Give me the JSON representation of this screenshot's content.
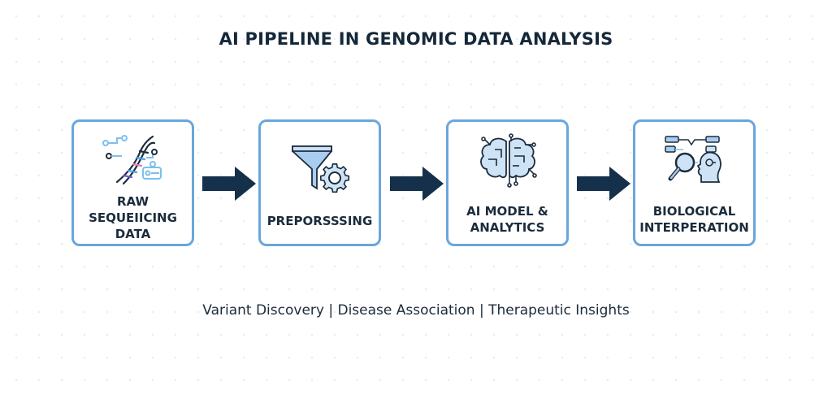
{
  "title": "AI PIPELINE IN GENOMIC DATA ANALYSIS",
  "steps": [
    {
      "label_lines": [
        "RAW",
        "SEQUEIICING",
        "DATA"
      ],
      "icon": "dna-icon"
    },
    {
      "label_lines": [
        "PREPORSSSING"
      ],
      "icon": "funnel-gear-icon"
    },
    {
      "label_lines": [
        "AI MODEL &",
        "ANALYTICS"
      ],
      "icon": "brain-circuit-icon"
    },
    {
      "label_lines": [
        "BIOLOGICAL",
        "INTERPERATION"
      ],
      "icon": "magnifier-head-icon"
    }
  ],
  "subtitle": "Variant Discovery | Disease Association | Therapeutic Insights",
  "colors": {
    "card_border": "#6aa6dc",
    "arrow": "#15304a",
    "icon_fill": "#cfe3f6",
    "icon_stroke": "#1c2c3c",
    "text": "#15283a"
  }
}
